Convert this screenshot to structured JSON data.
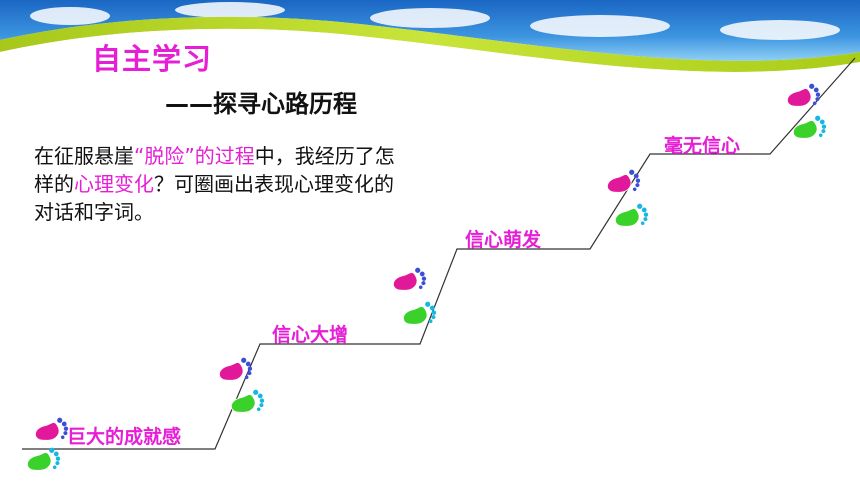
{
  "title": "自主学习",
  "subtitle": "——探寻心路历程",
  "question": {
    "p1": "在征服悬崖",
    "p2": "“脱险”的过程",
    "p3": "中，我经历了怎样的",
    "p4": "心理变化",
    "p5": "？可圈画出表现心理变化的对话和字词。"
  },
  "steps": [
    "巨大的成就感",
    "信心大增",
    "信心萌发",
    "毫无信心"
  ],
  "colors": {
    "accent": "#e61fd6",
    "text": "#111111",
    "sky": "#2a7fd0",
    "banner": "#c2dc1e",
    "foot_magenta": "#e2189a",
    "foot_green": "#39d12a",
    "foot_cyan": "#15b8e0"
  },
  "icons": [
    "footprints-icon"
  ]
}
